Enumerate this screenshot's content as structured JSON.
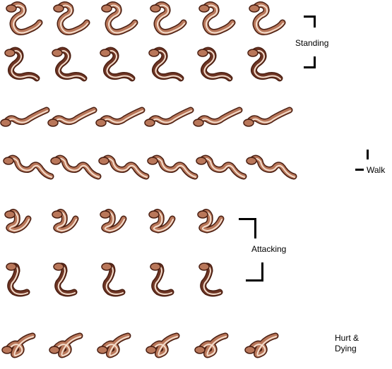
{
  "labels": {
    "standing": "Standing",
    "walk": "Walk",
    "attacking": "Attacking",
    "hurt_dying_line1": "Hurt &",
    "hurt_dying_line2": "Dying"
  },
  "colors": {
    "body_main": "#b9775a",
    "body_dark": "#6e3524",
    "belly": "#f3dccb",
    "outline": "#4a1f12",
    "ink": "#000000"
  },
  "sprite_rows": [
    {
      "group": "standing",
      "frames": 6,
      "pose": "s-curl"
    },
    {
      "group": "standing",
      "frames": 6,
      "pose": "s-curl-dark"
    },
    {
      "group": "walk",
      "frames": 6,
      "pose": "crawl-low"
    },
    {
      "group": "walk",
      "frames": 6,
      "pose": "crawl-wave"
    },
    {
      "group": "attacking",
      "frames": 5,
      "pose": "strike"
    },
    {
      "group": "attacking",
      "frames": 5,
      "pose": "strike-dark"
    },
    {
      "group": "hurt-dying",
      "frames": 6,
      "pose": "writhe"
    }
  ]
}
